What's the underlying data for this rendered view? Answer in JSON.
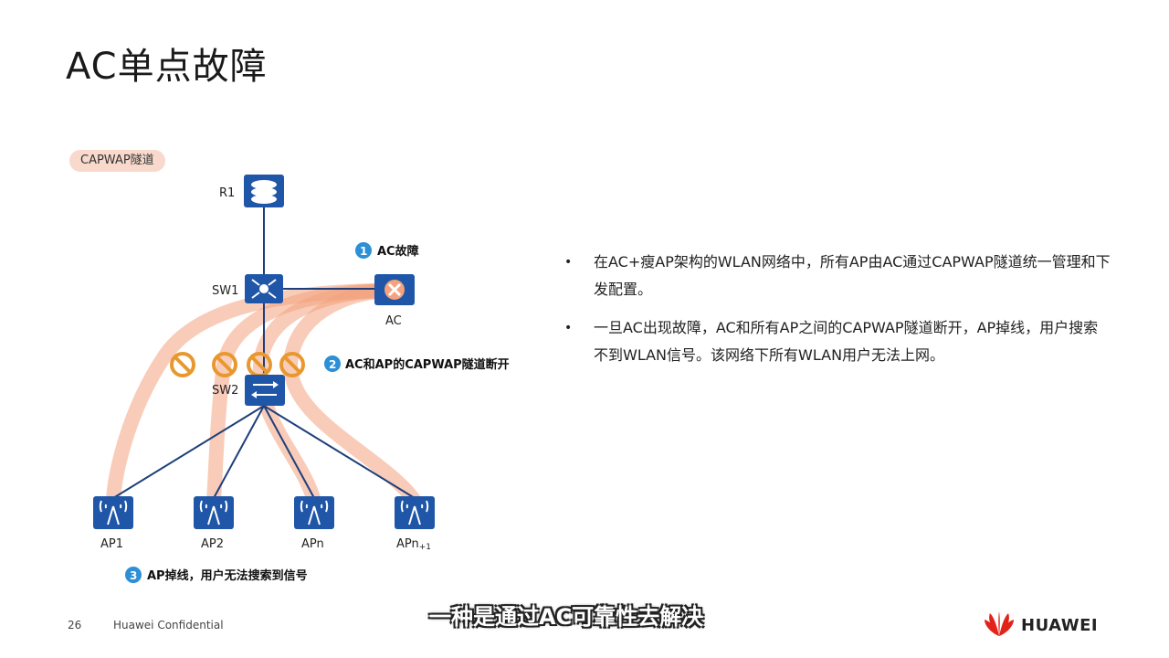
{
  "slide": {
    "title": "AC单点故障",
    "tag": "CAPWAP隧道",
    "page_number": "26",
    "confidentiality": "Huawei Confidential",
    "subtitle": "一种是通过AC可靠性去解决",
    "brand": "HUAWEI"
  },
  "diagram": {
    "nodes": {
      "r1": "R1",
      "sw1": "SW1",
      "ac": "AC",
      "sw2": "SW2",
      "ap1": "AP1",
      "ap2": "AP2",
      "apn": "APn",
      "apn1": "APn",
      "apn1_sub": "+1"
    },
    "steps": [
      {
        "num": "1",
        "text": "AC故障"
      },
      {
        "num": "2",
        "text": "AC和AP的CAPWAP隧道断开"
      },
      {
        "num": "3",
        "text": "AP掉线，用户无法搜索到信号"
      }
    ]
  },
  "bullets": [
    "在AC+瘦AP架构的WLAN网络中，所有AP由AC通过CAPWAP隧道统一管理和下发配置。",
    "一旦AC出现故障，AC和所有AP之间的CAPWAP隧道断开，AP掉线，用户搜索不到WLAN信号。该网络下所有WLAN用户无法上网。"
  ],
  "colors": {
    "device_blue": "#1f56a8",
    "tunnel_orange": "#f2a27e",
    "forbidden_orange": "#e8982f",
    "step_blue": "#2d8fd6",
    "brand_red": "#e2231a"
  }
}
